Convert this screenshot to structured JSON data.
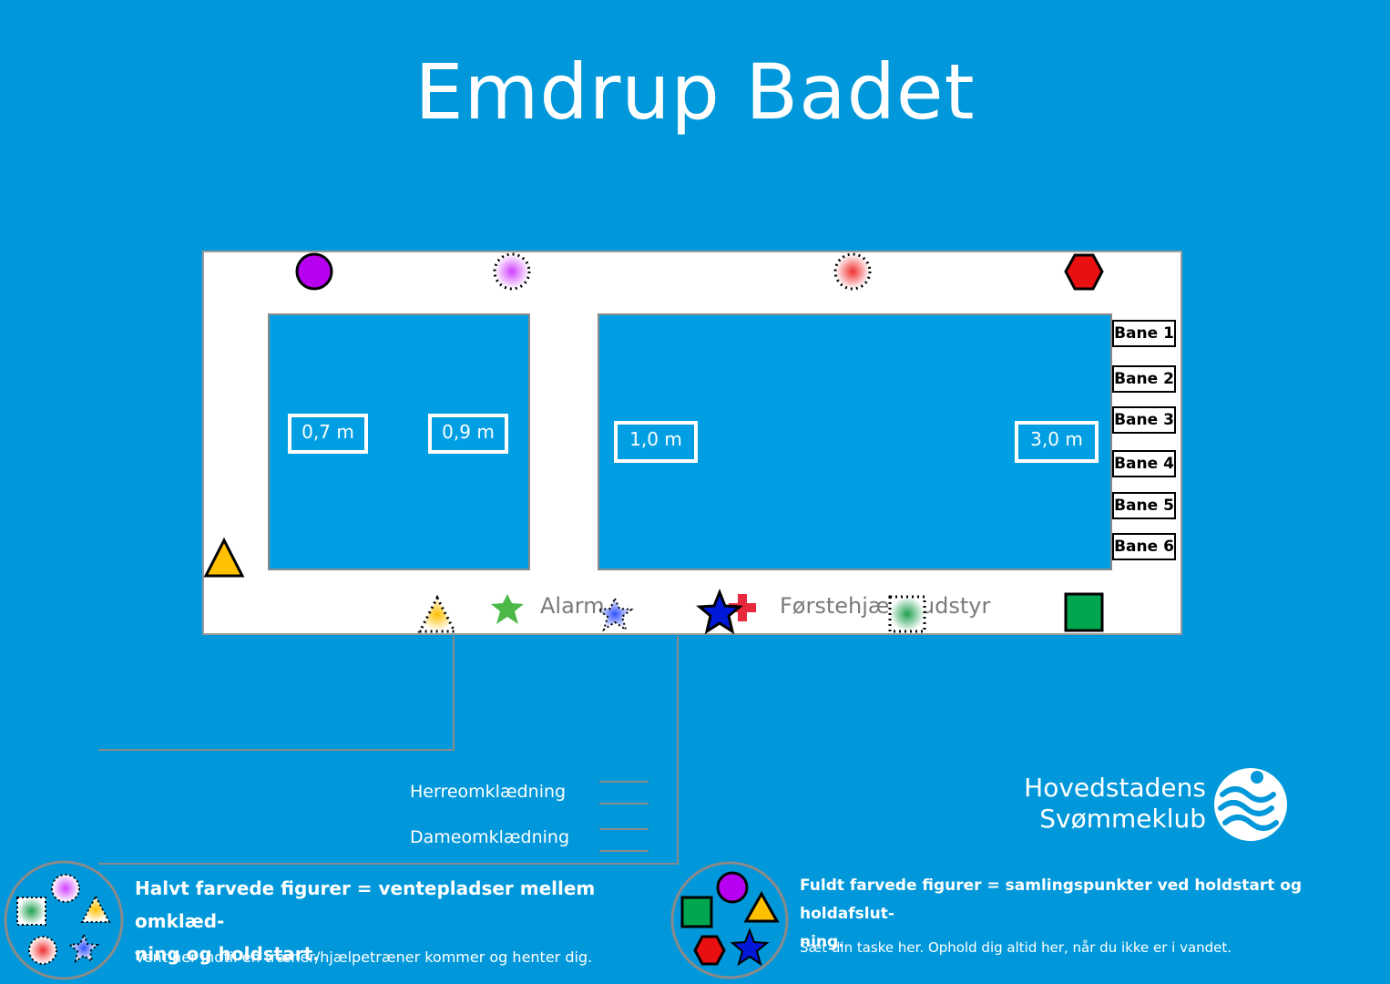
{
  "title": "Emdrup Badet",
  "depths": [
    "0,7 m",
    "0,9 m",
    "1,0 m",
    "3,0 m"
  ],
  "lanes": [
    "Bane 1",
    "Bane 2",
    "Bane 3",
    "Bane 4",
    "Bane 5",
    "Bane 6"
  ],
  "deck_labels": {
    "alarm": "Alarm",
    "first_aid": "Førstehjælpsudstyr"
  },
  "changing_rooms": {
    "men": "Herreomklædning",
    "women": "Dameomklædning"
  },
  "legend_half": {
    "title": "Halvt farvede figurer = ventepladser mellem omklæd- ning og holdstart.",
    "title_line1": "Halvt farvede figurer = ventepladser mellem omklæd-",
    "title_line2": "ning og holdstart.",
    "note": "Vent her indtil en træner/hjælpetræner kommer og henter dig."
  },
  "legend_full": {
    "title_line1": "Fuldt farvede figurer = samlingspunkter ved holdstart og holdafslut-",
    "title_line2": "ning.",
    "note": "Sæt din taske her. Ophold dig altid her, når du ikke er i vandet."
  },
  "club": {
    "line1": "Hovedstadens",
    "line2": "Svømmeklub"
  },
  "colors": {
    "background": "#0098da",
    "pool": "#009fe3",
    "purple": "#b700f0",
    "red": "#e81010",
    "yellow": "#ffc000",
    "green": "#00a650",
    "blue": "#0018d8",
    "star_green": "#4cb848",
    "cross": "#e8283c"
  }
}
